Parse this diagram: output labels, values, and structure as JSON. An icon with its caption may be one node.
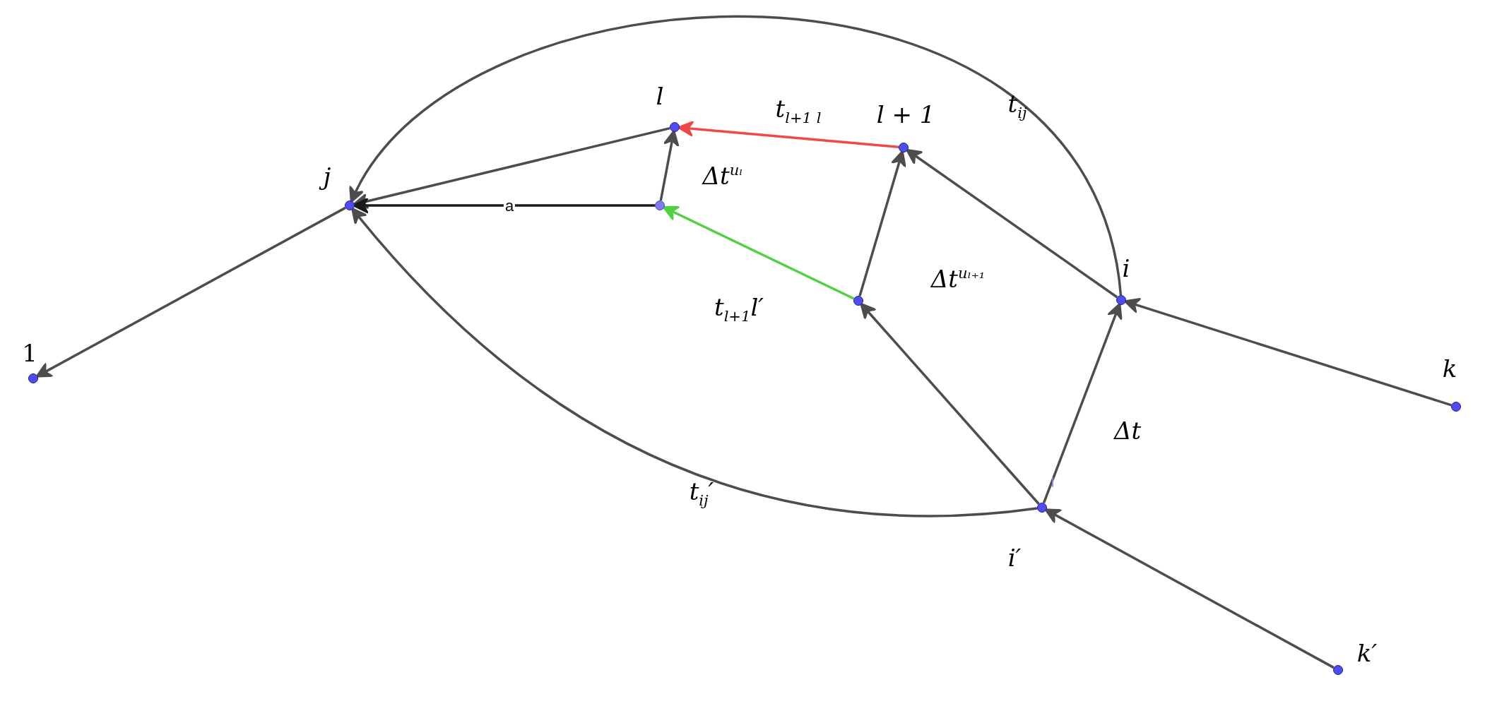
{
  "diagram": {
    "nodes": [
      {
        "text": [],
        "shape": "circle",
        "beside": [
          "1"
        ]
      },
      {
        "text": [],
        "shape": "circle",
        "beside": [
          "j"
        ]
      },
      {
        "text": [],
        "shape": "circle",
        "beside": [
          "l"
        ]
      },
      {
        "text": [],
        "shape": "circle"
      },
      {
        "text": [],
        "shape": "circle",
        "beside": [
          "l + 1"
        ]
      },
      {
        "text": [],
        "shape": "circle"
      },
      {
        "text": [],
        "shape": "circle",
        "beside": [
          "i"
        ]
      },
      {
        "text": [],
        "shape": "circle",
        "beside": [
          "k"
        ]
      },
      {
        "text": [],
        "shape": "circle",
        "beside": [
          "i′"
        ]
      },
      {
        "text": [],
        "shape": "circle",
        "beside": [
          "k′"
        ]
      }
    ],
    "edges": [
      {
        "from": 1,
        "to": 0,
        "arrow": "to"
      },
      {
        "from": 2,
        "to": 1,
        "arrow": "to"
      },
      {
        "from": 3,
        "to": 1,
        "arrow": "to",
        "label": "a",
        "color": "#1a1a1a"
      },
      {
        "from": 3,
        "to": 2,
        "arrow": "to",
        "label": "Δt$^{uₗ}$"
      },
      {
        "from": 4,
        "to": 2,
        "arrow": "to",
        "label": "t$_{l+1 l}$",
        "color": "#f04848"
      },
      {
        "from": 5,
        "to": 3,
        "arrow": "to",
        "label": "t$_{l+1}$l′",
        "color": "#4fd23f"
      },
      {
        "from": 5,
        "to": 4,
        "arrow": "to",
        "label": "Δt$^{uₗ₊₁}$"
      },
      {
        "from": 6,
        "to": 4,
        "arrow": "to"
      },
      {
        "from": 6,
        "to": 1,
        "arrow": "to",
        "label": "t$_{ij}$"
      },
      {
        "from": 8,
        "to": 1,
        "arrow": "to",
        "label": "t$_{ij}$′"
      },
      {
        "from": 8,
        "to": 5,
        "arrow": "to"
      },
      {
        "from": 8,
        "to": 6,
        "arrow": "to",
        "label": "Δt"
      },
      {
        "from": 7,
        "to": 6,
        "arrow": "to"
      },
      {
        "from": 9,
        "to": 8,
        "arrow": "to"
      }
    ],
    "labels": [
      "l"
    ]
  }
}
